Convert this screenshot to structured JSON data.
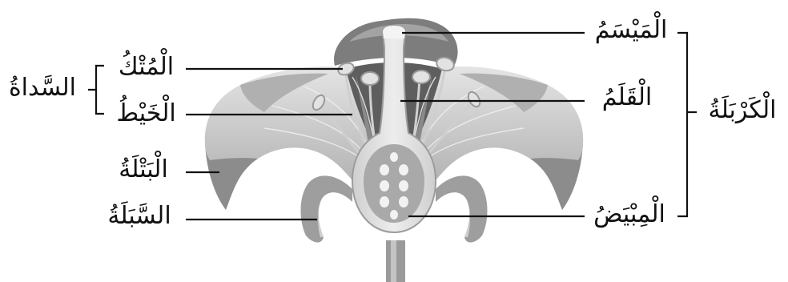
{
  "labels": {
    "anther": "الْمُتْكُ",
    "filament": "الْخَيْطُ",
    "petal": "الْبَتْلَةُ",
    "sepal": "السَّبَلَةُ",
    "stamen": "السَّداةُ",
    "stigma": "الْمَيْسَمُ",
    "style": "الْقَلَمُ",
    "ovary": "الْمِبْيَضُ",
    "carpel": "الْكَرْبَلَةُ"
  },
  "colors": {
    "line": "#111111",
    "petal_light": "#d6d6d6",
    "petal_mid": "#b5b5b5",
    "petal_dark": "#8a8a8a",
    "petal_darkest": "#6e6e6e",
    "stalk": "#9a9a9a",
    "ovule": "#f2f2f2"
  }
}
